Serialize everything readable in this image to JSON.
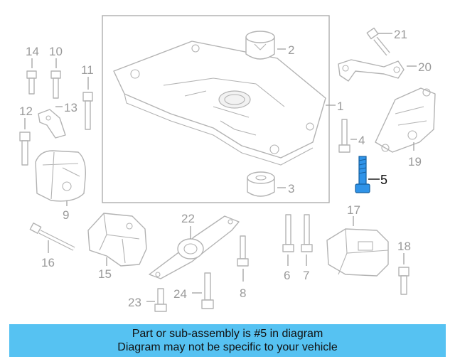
{
  "callouts": {
    "c1": "1",
    "c2": "2",
    "c3": "3",
    "c4": "4",
    "c5": "5",
    "c6": "6",
    "c7": "7",
    "c8": "8",
    "c9": "9",
    "c10": "10",
    "c11": "11",
    "c12": "12",
    "c13": "13",
    "c14": "14",
    "c15": "15",
    "c16": "16",
    "c17": "17",
    "c18": "18",
    "c19": "19",
    "c20": "20",
    "c21": "21",
    "c22": "22",
    "c23": "23",
    "c24": "24"
  },
  "highlight": {
    "part_number": "5",
    "color": "#1f86e0"
  },
  "banner": {
    "line1": "Part or sub-assembly is #5 in diagram",
    "line2": "Diagram may not be specific to your vehicle",
    "background": "#56c2f2"
  }
}
